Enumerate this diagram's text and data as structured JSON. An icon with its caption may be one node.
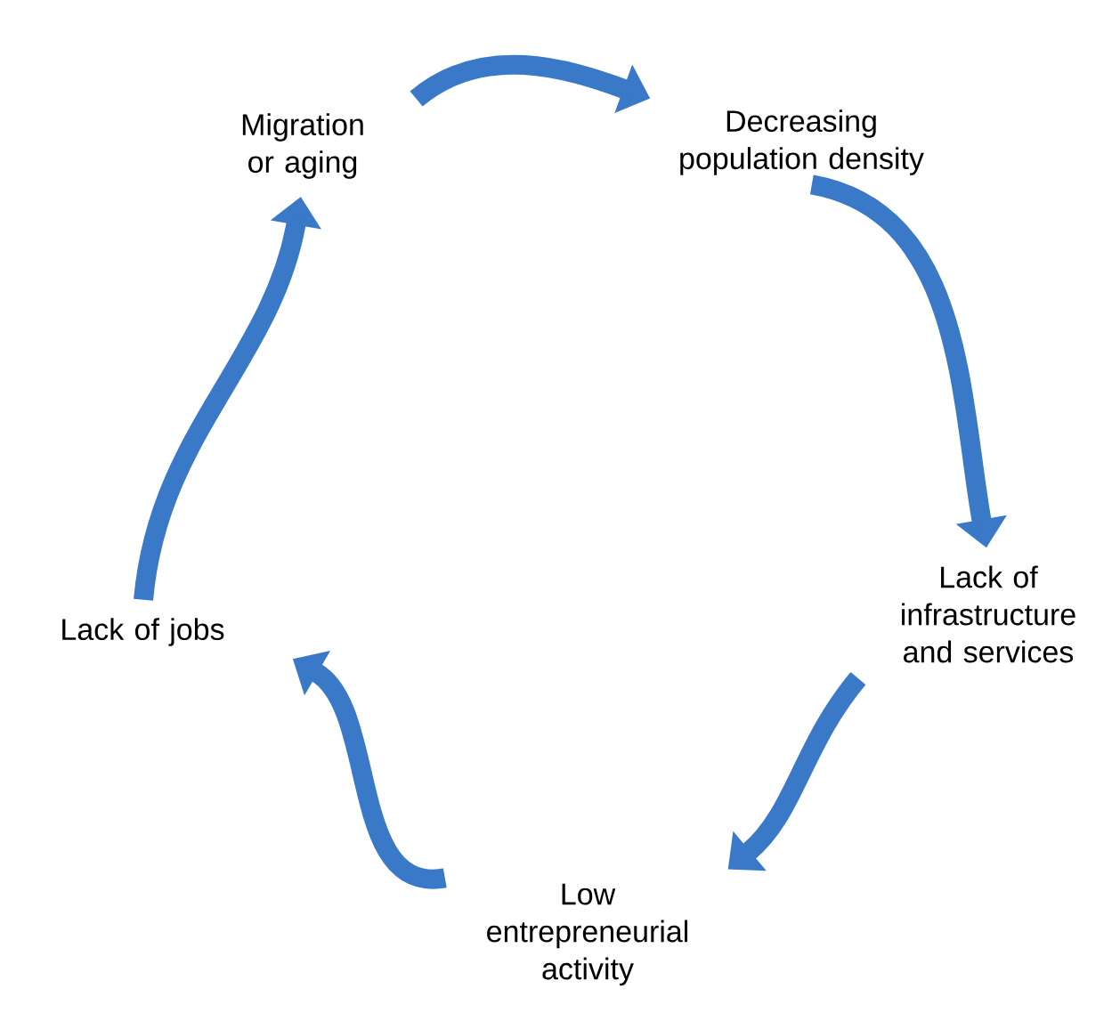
{
  "diagram": {
    "nodes": [
      {
        "text": [
          "Migration or aging"
        ]
      },
      {
        "text": [
          "Decreasing population density"
        ]
      },
      {
        "text": [
          "Lack of infrastructure and services"
        ]
      },
      {
        "text": [
          "Low entrepreneurial activity"
        ]
      },
      {
        "text": [
          "Lack of jobs"
        ]
      }
    ],
    "edges": [
      {
        "from": 0,
        "to": 1,
        "arrow": "to"
      },
      {
        "from": 1,
        "to": 2,
        "arrow": "to"
      },
      {
        "from": 2,
        "to": 3,
        "arrow": "to"
      },
      {
        "from": 3,
        "to": 4,
        "arrow": "to"
      },
      {
        "from": 4,
        "to": 0,
        "arrow": "to"
      }
    ]
  }
}
